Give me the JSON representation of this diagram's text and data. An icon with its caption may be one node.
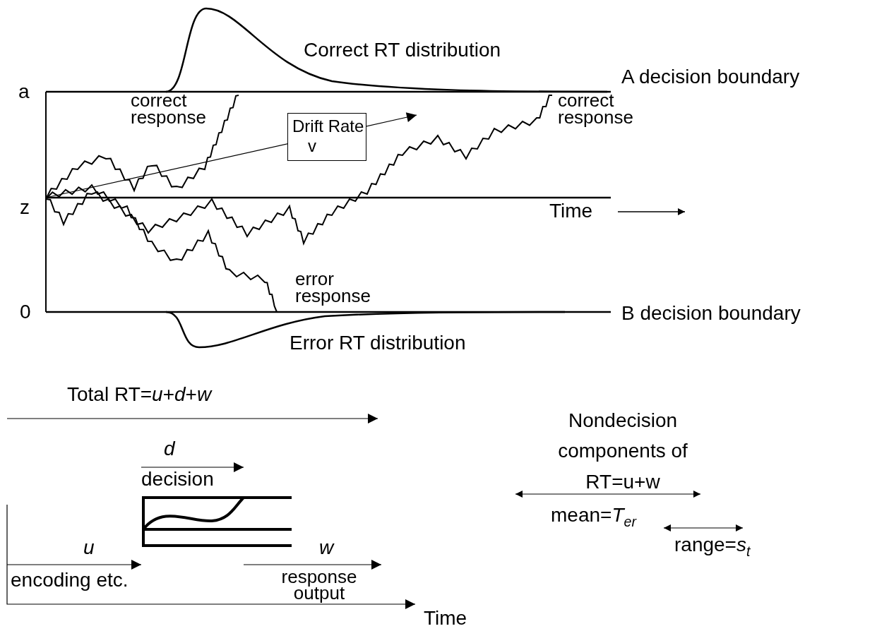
{
  "diagram": {
    "nodes": [
      {
        "text": [
          "Drift Rate v"
        ]
      }
    ],
    "labels": [
      "Correct RT distribution",
      "A decision boundary",
      "a",
      "correct response",
      "correct response",
      "z",
      "Time",
      "error response",
      "0",
      "B decision boundary",
      "Error RT distribution",
      "Total RT=*u*+*d*+*w*",
      "Nondecision components of RT=u+w",
      "d",
      "decision",
      "mean=*T*$_{er}$",
      "range=*s*$_{t}$",
      "u",
      "w",
      "encoding etc.",
      "response output",
      "Time"
    ]
  }
}
